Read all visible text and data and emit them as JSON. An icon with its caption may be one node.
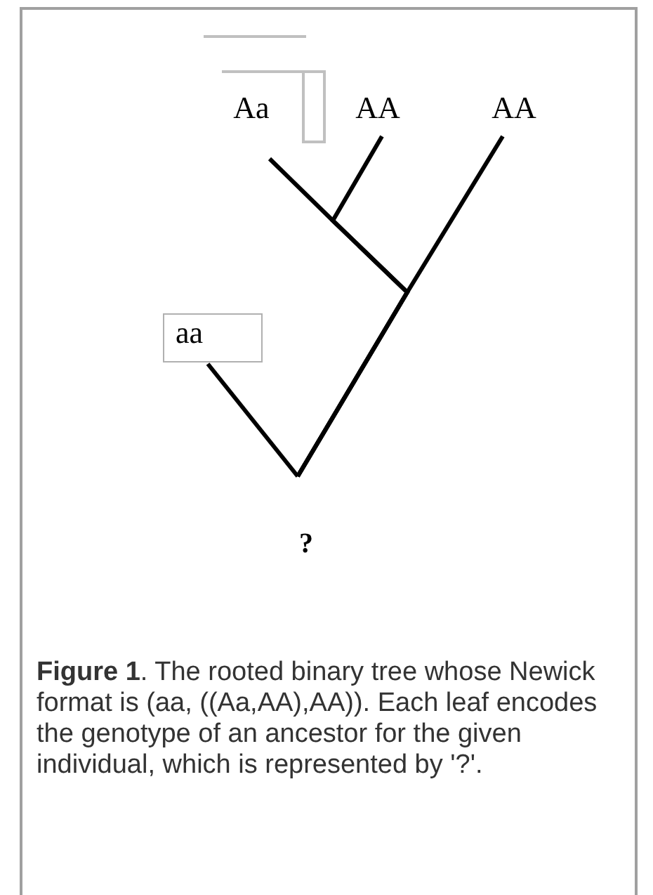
{
  "diagram": {
    "caption": "**Figure 1**. The rooted binary tree whose Newick format is (aa, ((Aa,AA),AA)). Each leaf encodes the genotype of an ancestor for the given individual, which is represented by '?'.",
    "nodes": [
      {
        "text": [
          "Aa"
        ]
      },
      {
        "text": [
          "AA"
        ]
      },
      {
        "text": [
          "AA"
        ]
      },
      {
        "text": [
          "aa"
        ]
      },
      {
        "text": [
          "?"
        ]
      }
    ],
    "edges": [
      {
        "from": 0,
        "to": 4,
        "arrow": "none"
      },
      {
        "from": 1,
        "to": 4,
        "arrow": "none"
      },
      {
        "from": 2,
        "to": 4,
        "arrow": "none"
      },
      {
        "from": 3,
        "to": 4,
        "arrow": "none"
      }
    ]
  }
}
